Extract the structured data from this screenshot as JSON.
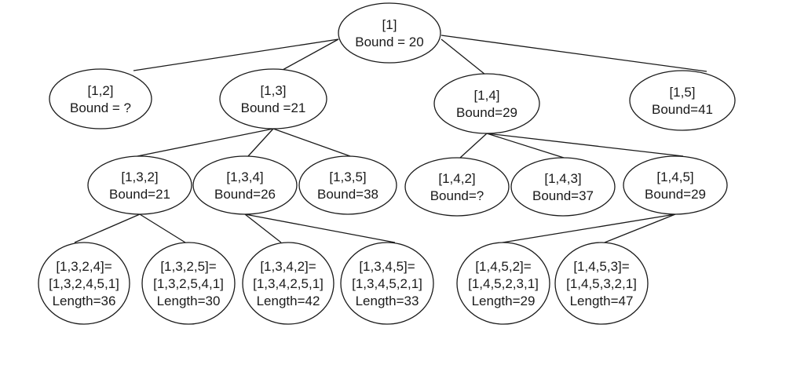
{
  "nodes": [
    {
      "id": "n1",
      "lines": [
        "[1]",
        "Bound = 20"
      ]
    },
    {
      "id": "n12",
      "lines": [
        "[1,2]",
        "Bound = ?"
      ]
    },
    {
      "id": "n13",
      "lines": [
        "[1,3]",
        "Bound =21"
      ]
    },
    {
      "id": "n14",
      "lines": [
        "[1,4]",
        "Bound=29"
      ]
    },
    {
      "id": "n15",
      "lines": [
        "[1,5]",
        "Bound=41"
      ]
    },
    {
      "id": "n132",
      "lines": [
        "[1,3,2]",
        "Bound=21"
      ]
    },
    {
      "id": "n134",
      "lines": [
        "[1,3,4]",
        "Bound=26"
      ]
    },
    {
      "id": "n135",
      "lines": [
        "[1,3,5]",
        "Bound=38"
      ]
    },
    {
      "id": "n142",
      "lines": [
        "[1,4,2]",
        "Bound=?"
      ]
    },
    {
      "id": "n143",
      "lines": [
        "[1,4,3]",
        "Bound=37"
      ]
    },
    {
      "id": "n145",
      "lines": [
        "[1,4,5]",
        "Bound=29"
      ]
    },
    {
      "id": "n1324",
      "lines": [
        "[1,3,2,4]=",
        "[1,3,2,4,5,1]",
        "Length=36"
      ]
    },
    {
      "id": "n1325",
      "lines": [
        "[1,3,2,5]=",
        "[1,3,2,5,4,1]",
        "Length=30"
      ]
    },
    {
      "id": "n1342",
      "lines": [
        "[1,3,4,2]=",
        "[1,3,4,2,5,1]",
        "Length=42"
      ]
    },
    {
      "id": "n1345",
      "lines": [
        "[1,3,4,5]=",
        "[1,3,4,5,2,1]",
        "Length=33"
      ]
    },
    {
      "id": "n1452",
      "lines": [
        "[1,4,5,2]=",
        "[1,4,5,2,3,1]",
        "Length=29"
      ]
    },
    {
      "id": "n1453",
      "lines": [
        "[1,4,5,3]=",
        "[1,4,5,3,2,1]",
        "Length=47"
      ]
    }
  ],
  "edges": [
    [
      "n1",
      "n12"
    ],
    [
      "n1",
      "n13"
    ],
    [
      "n1",
      "n14"
    ],
    [
      "n1",
      "n15"
    ],
    [
      "n13",
      "n132"
    ],
    [
      "n13",
      "n134"
    ],
    [
      "n13",
      "n135"
    ],
    [
      "n14",
      "n142"
    ],
    [
      "n14",
      "n143"
    ],
    [
      "n14",
      "n145"
    ],
    [
      "n132",
      "n1324"
    ],
    [
      "n132",
      "n1325"
    ],
    [
      "n134",
      "n1342"
    ],
    [
      "n134",
      "n1345"
    ],
    [
      "n145",
      "n1452"
    ],
    [
      "n145",
      "n1453"
    ]
  ]
}
